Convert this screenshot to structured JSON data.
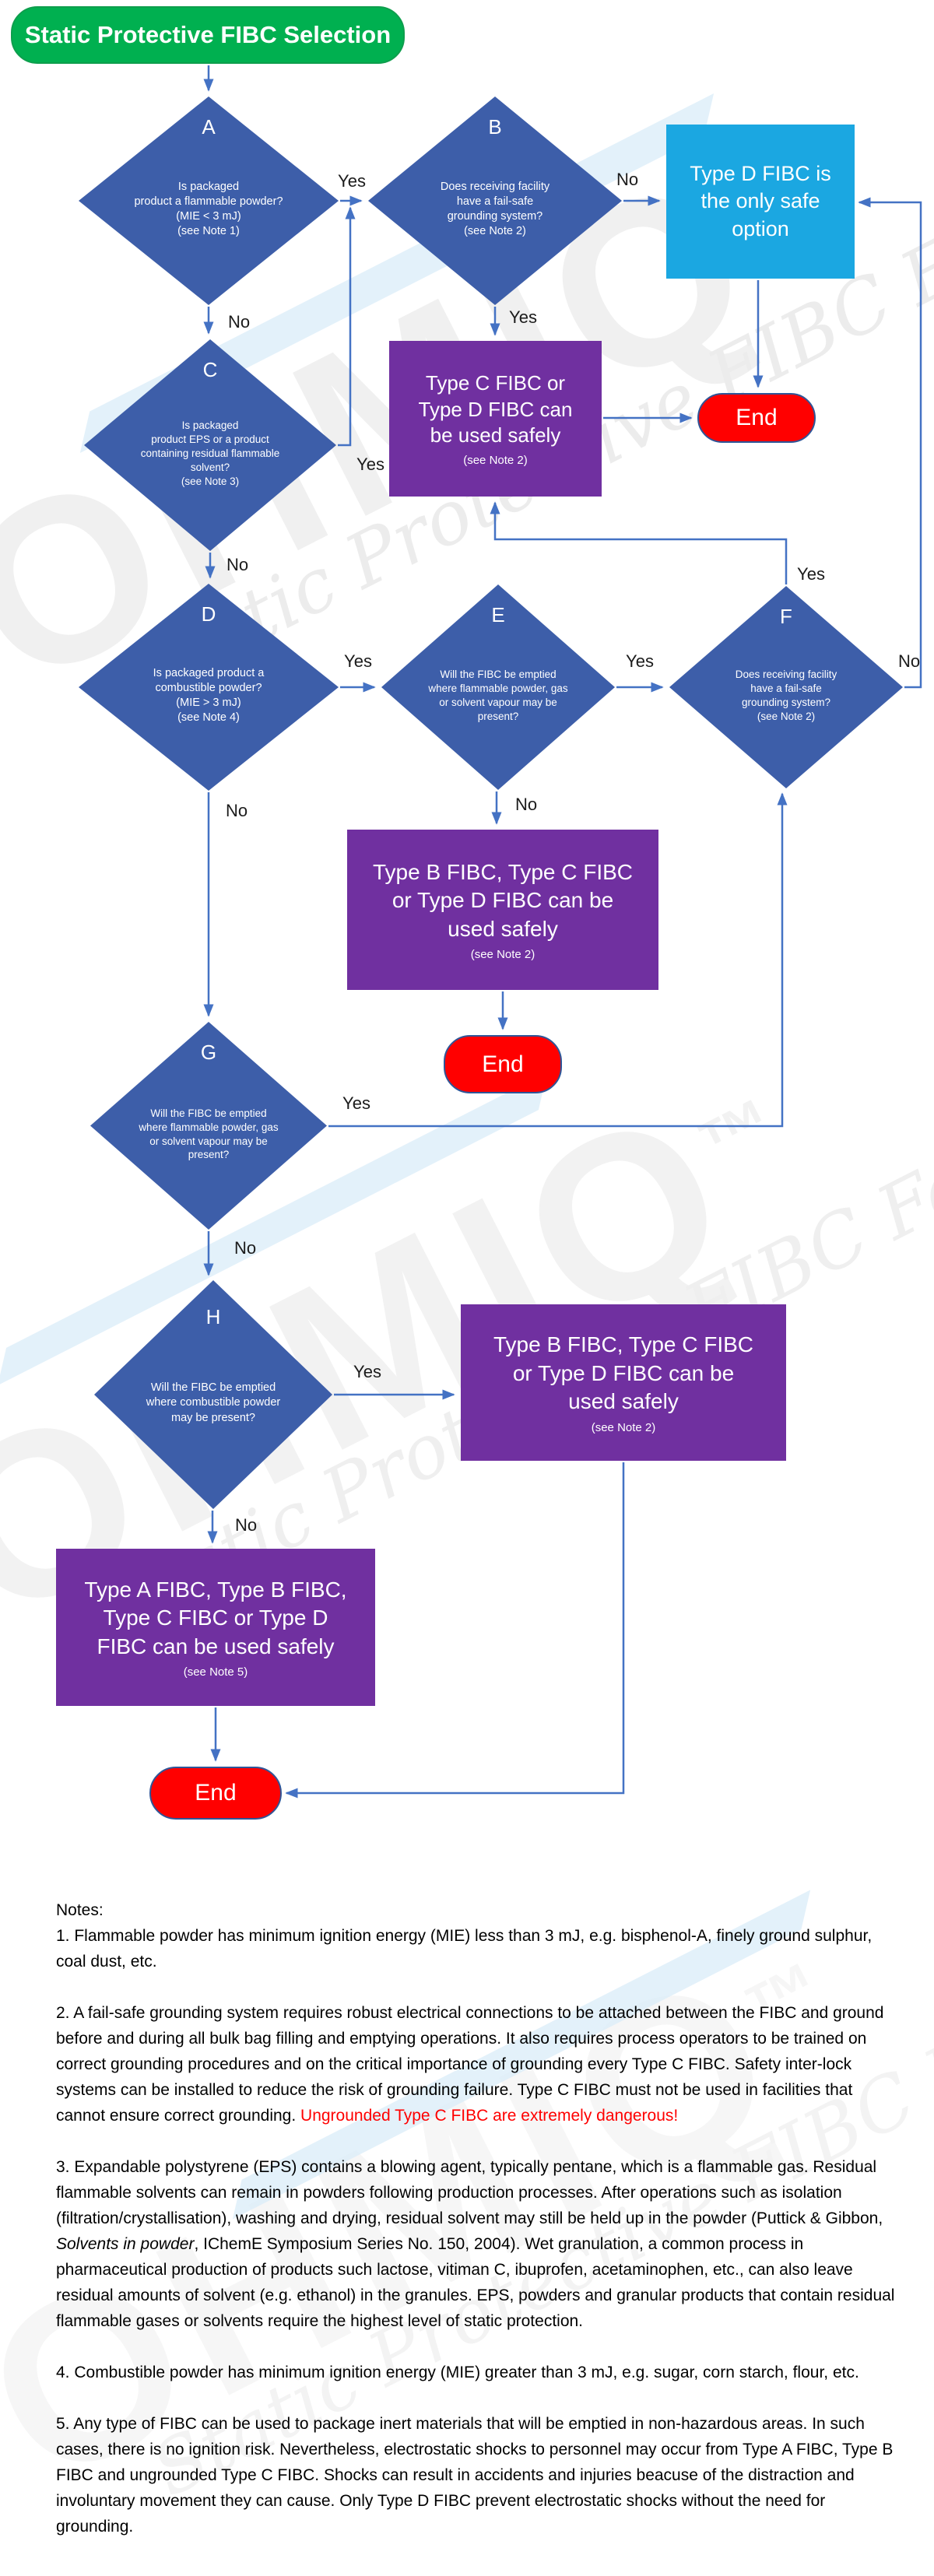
{
  "title": {
    "text": "Static Protective FIBC Selection"
  },
  "labels": {
    "yes": "Yes",
    "no": "No",
    "end": "End"
  },
  "colors": {
    "green": "#00B050",
    "diamond": "#3D5EA9",
    "purple": "#7030A0",
    "cyan": "#1BA7E1",
    "red": "#FF0000",
    "connector": "#4472C4",
    "end_border": "#2F5597"
  },
  "nodes": {
    "a": {
      "letter": "A",
      "text": "Is packaged\nproduct a flammable powder?\n(MIE < 3 mJ)\n(see Note 1)"
    },
    "b": {
      "letter": "B",
      "text": "Does receiving facility\nhave a fail-safe\ngrounding system?\n(see Note 2)"
    },
    "c": {
      "letter": "C",
      "text": "Is packaged\nproduct EPS or a product\ncontaining residual flammable\nsolvent?\n(see Note 3)"
    },
    "d": {
      "letter": "D",
      "text": "Is packaged product a\ncombustible powder?\n(MIE > 3 mJ)\n(see Note 4)"
    },
    "e": {
      "letter": "E",
      "text": "Will the FIBC be emptied\nwhere flammable powder, gas\nor solvent vapour may be\npresent?"
    },
    "f": {
      "letter": "F",
      "text": "Does receiving facility\nhave a fail-safe\ngrounding system?\n(see Note 2)"
    },
    "g": {
      "letter": "G",
      "text": "Will the FIBC be emptied\nwhere flammable powder, gas\nor solvent vapour may be\npresent?"
    },
    "h": {
      "letter": "H",
      "text": "Will the FIBC be emptied\nwhere combustible powder\nmay be present?"
    }
  },
  "results": {
    "type_d": {
      "text": "Type D FIBC is\nthe only safe\noption"
    },
    "c_d": {
      "text": "Type C FIBC or\nType D FIBC can\nbe used safely",
      "note": "(see Note 2)"
    },
    "b_c_d_1": {
      "text": "Type B FIBC, Type C FIBC\nor Type D FIBC can be\nused safely",
      "note": "(see Note 2)"
    },
    "b_c_d_2": {
      "text": "Type B FIBC, Type C FIBC\nor Type D FIBC can be\nused safely",
      "note": "(see Note 2)"
    },
    "a_b_c_d": {
      "text": "Type A FIBC, Type B FIBC,\nType C FIBC or Type D\nFIBC can be used safely",
      "note": "(see Note 5)"
    }
  },
  "watermark": {
    "brand": "OHMIQ",
    "tm": "™",
    "tagline": "Static Protective FIBC Fabrics"
  },
  "notes": {
    "heading": "Notes:",
    "paragraphs": [
      [
        {
          "text": "1. Flammable powder has minimum ignition energy (MIE) less than 3 mJ, e.g. bisphenol-A, finely ground sulphur, coal dust, etc."
        }
      ],
      [
        {
          "text": "2. A fail-safe grounding system requires robust electrical connections to be attached between the FIBC and ground before and during all bulk bag filling and emptying operations. It also requires process operators to be trained on correct grounding procedures and on the critical importance of grounding every Type C FIBC. Safety inter-lock systems can be installed to reduce the risk of grounding failure. Type C FIBC must not be used in facilities that cannot ensure correct grounding. "
        },
        {
          "text": "Ungrounded Type C FIBC are extremely dangerous!",
          "style": "red"
        }
      ],
      [
        {
          "text": "3. Expandable polystyrene (EPS) contains a blowing agent, typically pentane, which is a flammable gas. Residual flammable solvents can remain in powders following production processes. After operations such as isolation (filtration/crystallisation), washing and drying, residual solvent may still be held up in the powder (Puttick & Gibbon, "
        },
        {
          "text": "Solvents in powder",
          "style": "italic"
        },
        {
          "text": ", IChemE Symposium Series No. 150, 2004). Wet granulation, a common process in pharmaceutical production of products such lactose, vitiman C, ibuprofen, acetaminophen, etc., can also leave residual amounts of solvent (e.g. ethanol) in the granules. EPS, powders and granular products that contain residual flammable gases or solvents require the highest level of static protection."
        }
      ],
      [
        {
          "text": "4. Combustible powder has minimum ignition energy (MIE) greater than 3 mJ, e.g. sugar, corn starch, flour, etc."
        }
      ],
      [
        {
          "text": "5. Any type of FIBC can be used to package inert materials that will be emptied in non-hazardous areas. In such cases, there is no ignition risk. Nevertheless, electrostatic shocks to personnel may occur from Type A FIBC, Type B FIBC and ungrounded Type C FIBC. Shocks can result in accidents and injuries beacuse of the distraction and involuntary movement they can cause. Only Type D FIBC prevent electrostatic shocks without the need for grounding."
        }
      ]
    ]
  }
}
